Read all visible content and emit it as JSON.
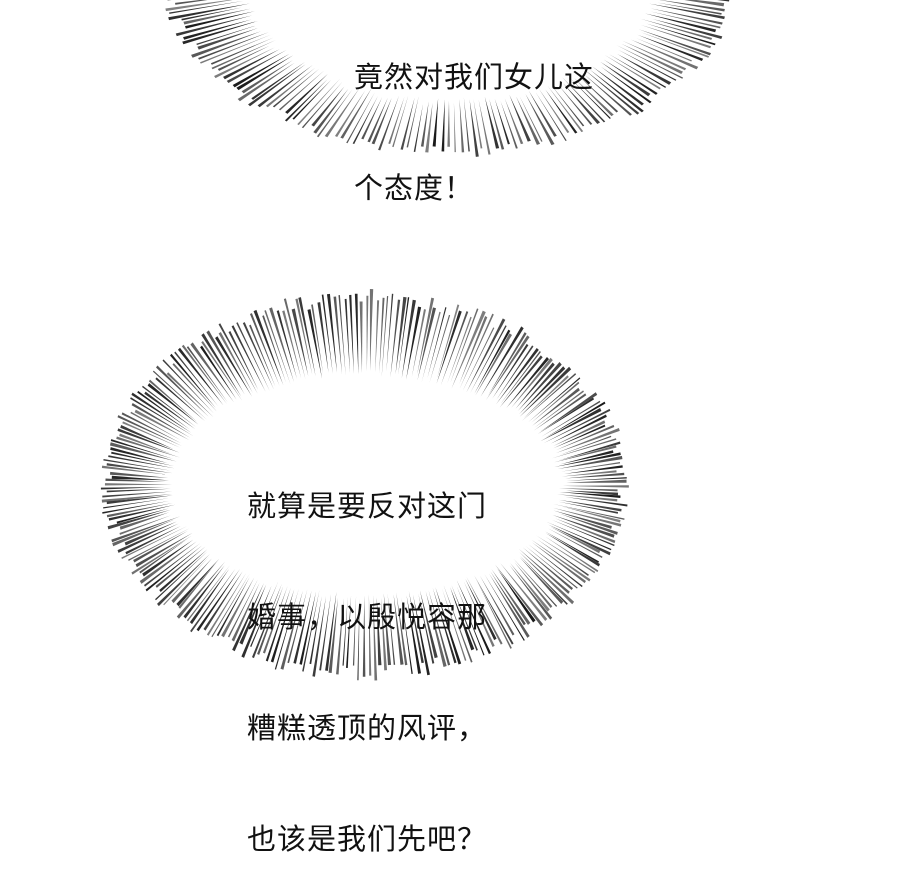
{
  "panel": {
    "background": "#ffffff",
    "line_color": "#1a1a1a"
  },
  "bubbles": [
    {
      "id": "top",
      "lines": [
        "竟然对我们女儿这",
        "个态度！"
      ],
      "partially_cropped": true
    },
    {
      "id": "bottom",
      "lines": [
        "就算是要反对这门",
        "婚事，以殷悦容那",
        "糟糕透顶的风评，",
        "也该是我们先吧？"
      ]
    }
  ]
}
